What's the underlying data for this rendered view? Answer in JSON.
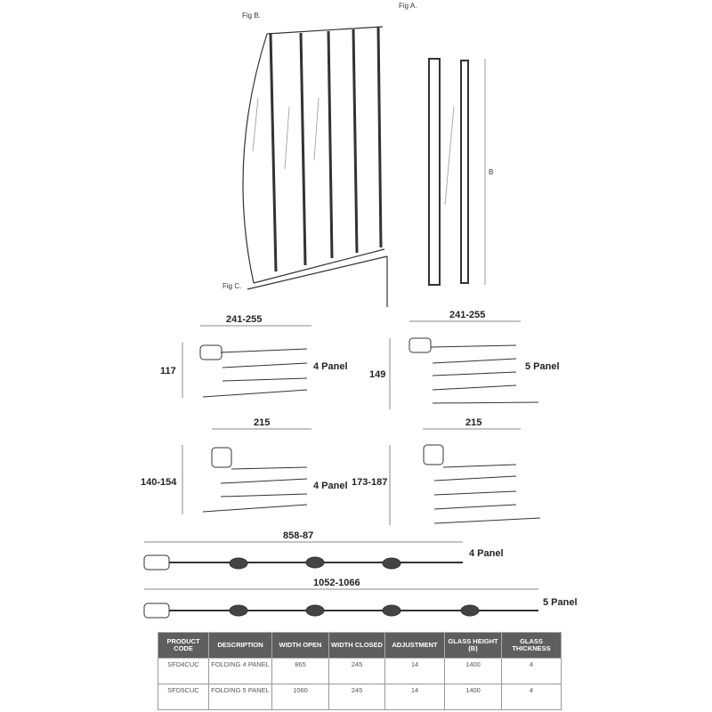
{
  "labels": {
    "fig_a": "Fig A.",
    "fig_b": "Fig B.",
    "fig_c": "Fig C.",
    "b": "B"
  },
  "plans": {
    "top_left": {
      "width": "241-255",
      "depth": "117",
      "panel": "4 Panel"
    },
    "top_right": {
      "width": "241-255",
      "depth": "149",
      "panel": "5 Panel"
    },
    "mid_left": {
      "width": "215",
      "depth": "140-154",
      "panel": "4 Panel"
    },
    "mid_right": {
      "width": "215",
      "depth": "173-187"
    },
    "open_4": {
      "width": "858-87",
      "panel": "4 Panel"
    },
    "open_5": {
      "width": "1052-1066",
      "panel": "5 Panel"
    }
  },
  "table": {
    "headers": [
      "PRODUCT CODE",
      "DESCRIPTION",
      "WIDTH OPEN",
      "WIDTH CLOSED",
      "ADJUSTMENT",
      "GLASS HEIGHT (B)",
      "GLASS THICKNESS"
    ],
    "rows": [
      [
        "SFD4CUC",
        "FOLDING 4 PANEL",
        "865",
        "245",
        "14",
        "1400",
        "4"
      ],
      [
        "SFD5CUC",
        "FOLDING 5 PANEL",
        "1060",
        "245",
        "14",
        "1400",
        "4"
      ]
    ]
  }
}
